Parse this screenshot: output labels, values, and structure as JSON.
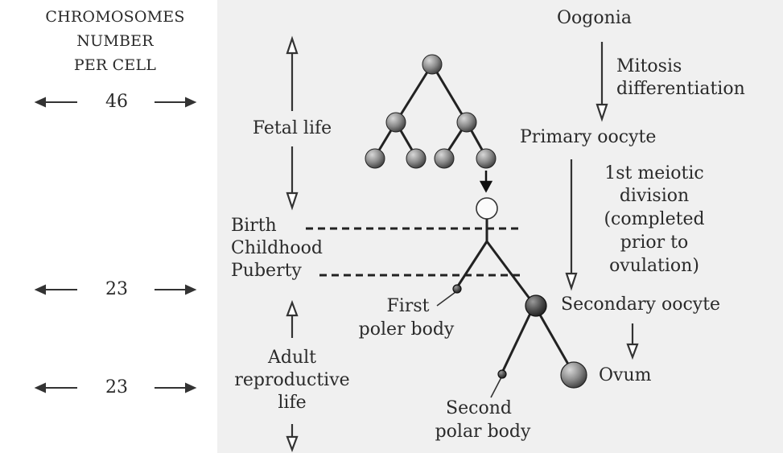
{
  "left_header": [
    "CHROMOSOMES",
    "NUMBER",
    "PER CELL"
  ],
  "chromosome_counts": [
    "46",
    "23",
    "23"
  ],
  "stages": {
    "fetal": "Fetal life",
    "birth": "Birth",
    "childhood": "Childhood",
    "puberty": "Puberty",
    "adult": [
      "Adult",
      "reproductive",
      "life"
    ]
  },
  "cells": {
    "oogonia": "Oogonia",
    "mitosis": [
      "Mitosis",
      "differentiation"
    ],
    "primary_oocyte": "Primary oocyte",
    "meiosis1": [
      "1st meiotic",
      "division",
      "(completed",
      "prior to",
      "ovulation)"
    ],
    "secondary_oocyte": "Secondary oocyte",
    "ovum": "Ovum",
    "first_polar_body": [
      "First",
      "poler body"
    ],
    "second_polar_body": [
      "Second",
      "polar body"
    ]
  },
  "colors": {
    "panel": "#f0f0f0",
    "cell": "#8a8a8a",
    "line": "#333333"
  }
}
